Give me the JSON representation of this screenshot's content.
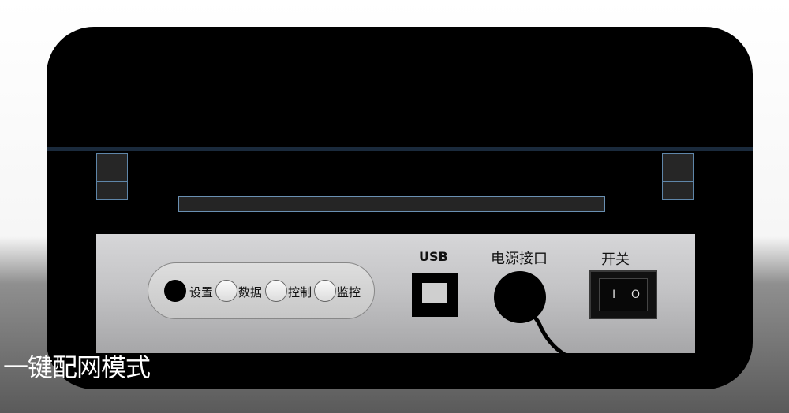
{
  "panel": {
    "buttons": [
      {
        "label": "设置",
        "state": "active"
      },
      {
        "label": "数据",
        "state": "inactive"
      },
      {
        "label": "控制",
        "state": "inactive"
      },
      {
        "label": "监控",
        "state": "inactive"
      }
    ],
    "usb_label": "USB",
    "power_label": "电源接口",
    "switch_label": "开关",
    "switch_on_symbol": "I",
    "switch_off_symbol": "O"
  },
  "caption": "一键配网模式"
}
